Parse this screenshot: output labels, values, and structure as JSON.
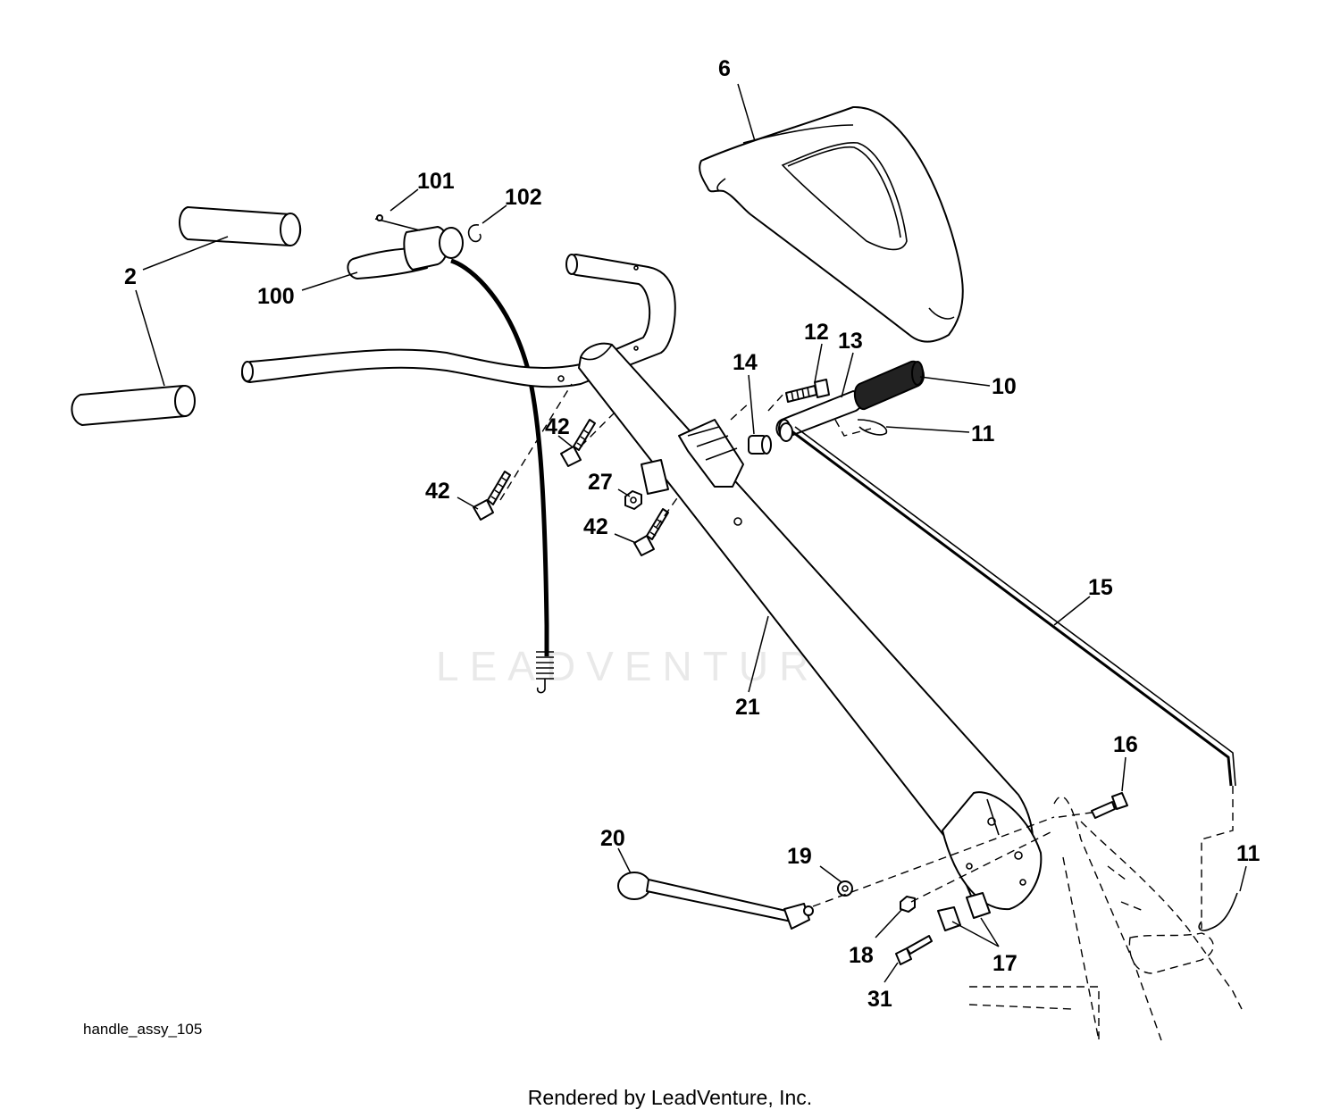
{
  "drawing_id": "handle_assy_105",
  "footer": "Rendered by LeadVenture, Inc.",
  "watermark": "LEADVENTURE",
  "callouts": {
    "c6": "6",
    "c101": "101",
    "c102": "102",
    "c2": "2",
    "c100": "100",
    "c12": "12",
    "c13": "13",
    "c14": "14",
    "c10": "10",
    "c11a": "11",
    "c42a": "42",
    "c42b": "42",
    "c27": "27",
    "c42c": "42",
    "c15": "15",
    "c21": "21",
    "c16": "16",
    "c20": "20",
    "c19": "19",
    "c11b": "11",
    "c18": "18",
    "c17": "17",
    "c31": "31"
  }
}
